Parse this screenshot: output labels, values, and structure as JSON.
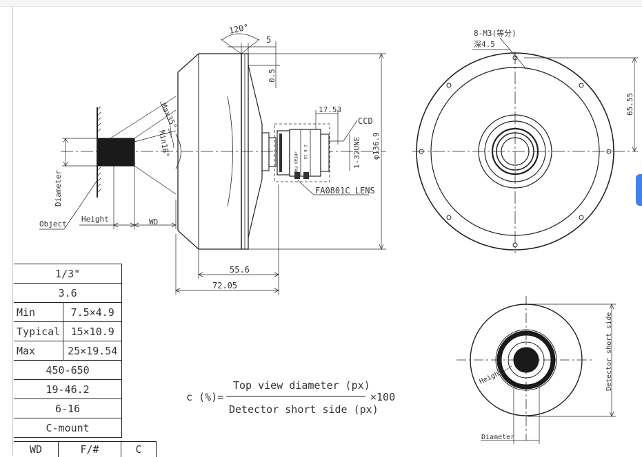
{
  "side_view": {
    "angle_120": "120°",
    "dim_5": "5",
    "dim_0_5": "0.5",
    "dim_17_53": "17.53",
    "ccd": "CCD",
    "thread": "1-32UNE",
    "dia_136_9": "φ136.9",
    "lens": "FA0801C LENS",
    "max_angle": "Max35°",
    "min_angle": "Min18°",
    "diameter": "Diameter",
    "object": "Object",
    "height": "Height",
    "wd": "WD",
    "dim_55_6": "55.6",
    "dim_72_05": "72.05"
  },
  "front_view": {
    "holes": "8-M3(等分)",
    "depth": "深4.5",
    "dim_65_55": "65.55"
  },
  "detector_view": {
    "height": "Height",
    "diameter": "Diameter",
    "short_side": "Detector short side"
  },
  "formula": {
    "lhs": "c (%)=",
    "numerator": "Top view diameter (px)",
    "denominator": "Detector short side (px)",
    "multiplier": "×100"
  },
  "spec_table": {
    "rows": [
      {
        "full": "1/3\""
      },
      {
        "full": "3.6"
      },
      {
        "label": "Min",
        "value": "7.5×4.9"
      },
      {
        "label": "Typical",
        "value": "15×10.9"
      },
      {
        "label": "Max",
        "value": "25×19.54"
      },
      {
        "full": "450-650"
      },
      {
        "full": "19-46.2"
      },
      {
        "full": "6-16"
      },
      {
        "full": "C-mount"
      }
    ],
    "footer": [
      "WD",
      "F/#",
      "C"
    ]
  }
}
